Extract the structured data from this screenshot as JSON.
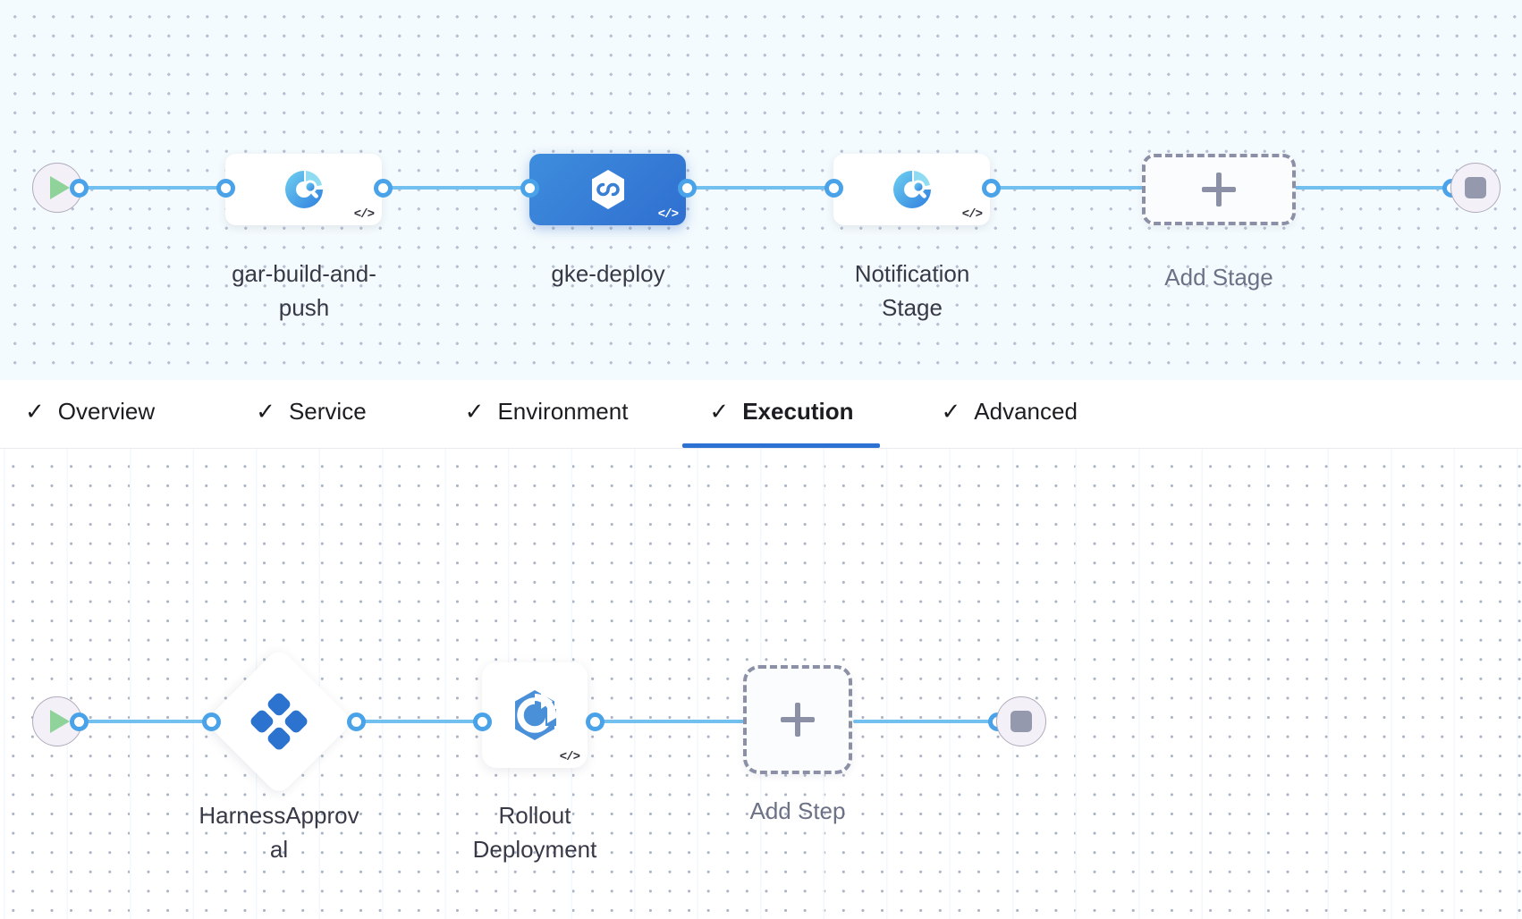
{
  "colors": {
    "edge": "#72c0ef",
    "port_ring": "#4aa3e8",
    "accent": "#2d72d2",
    "selected_stage_from": "#3e8ddd",
    "selected_stage_to": "#2f6fd0",
    "dashed_border": "#8c90a6",
    "terminal_fill": "#f3f0f7",
    "terminal_border": "#b0abbd",
    "play_green": "#8fd39a",
    "stop_grey": "#9499ad",
    "stage_canvas_bg": "#f4fbfe",
    "step_canvas_bg": "#ffffff",
    "label_text": "#383946"
  },
  "stage_pipeline": {
    "start_node": {
      "name": "pipeline-start",
      "icon": "play-icon"
    },
    "end_node": {
      "name": "pipeline-end",
      "icon": "stop-icon"
    },
    "stages": [
      {
        "label": "gar-build-and-\npush",
        "label_lines": [
          "gar-build-and-",
          "push"
        ],
        "icon": "ci-stage-icon",
        "selected": false,
        "has_code_badge": true
      },
      {
        "label": "gke-deploy",
        "label_lines": [
          "gke-deploy"
        ],
        "icon": "cd-deploy-stage-icon",
        "selected": true,
        "has_code_badge": true
      },
      {
        "label": "Notification Stage",
        "label_lines": [
          "Notification",
          "Stage"
        ],
        "icon": "ci-stage-icon",
        "selected": false,
        "has_code_badge": true
      }
    ],
    "add_stage": {
      "label": "Add Stage",
      "icon": "plus-icon"
    }
  },
  "tabs": {
    "items": [
      {
        "label": "Overview",
        "check": "✓",
        "active": false
      },
      {
        "label": "Service",
        "check": "✓",
        "active": false
      },
      {
        "label": "Environment",
        "check": "✓",
        "active": false
      },
      {
        "label": "Execution",
        "check": "✓",
        "active": true
      },
      {
        "label": "Advanced",
        "check": "✓",
        "active": false
      }
    ]
  },
  "step_pipeline": {
    "start_node": {
      "name": "execution-start",
      "icon": "play-icon"
    },
    "end_node": {
      "name": "execution-end",
      "icon": "stop-icon"
    },
    "steps": [
      {
        "label": "HarnessApproval",
        "label_lines": [
          "HarnessApprov",
          "al"
        ],
        "icon": "harness-approval-icon",
        "shape": "diamond",
        "has_code_badge": false
      },
      {
        "label": "Rollout Deployment",
        "label_lines": [
          "Rollout",
          "Deployment"
        ],
        "icon": "rollout-deployment-icon",
        "shape": "rounded-square",
        "has_code_badge": true
      }
    ],
    "add_step": {
      "label": "Add Step",
      "icon": "plus-icon"
    }
  }
}
